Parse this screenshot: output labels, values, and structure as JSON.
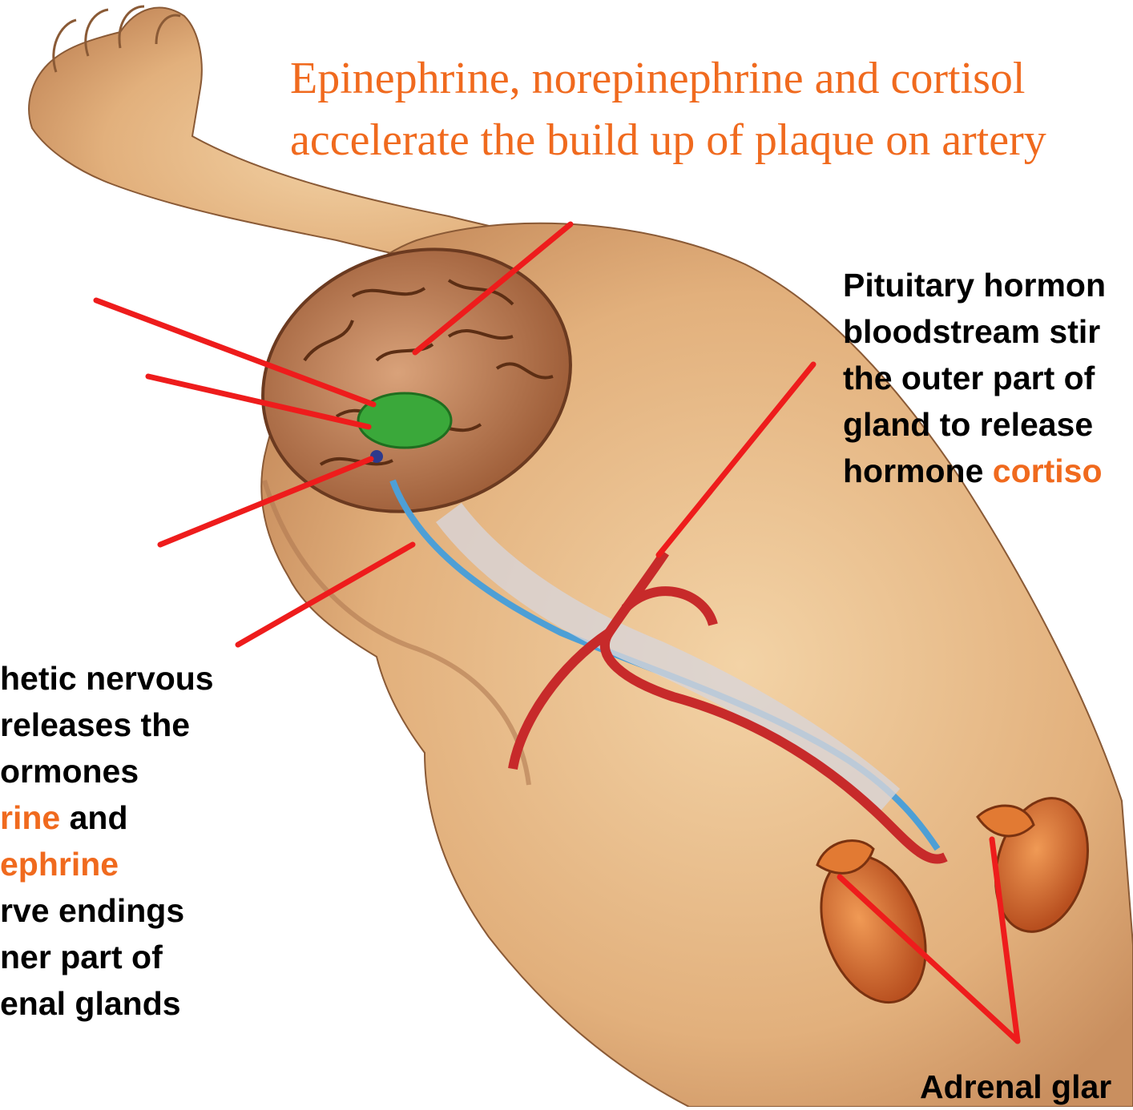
{
  "title": {
    "line1": "Epinephrine, norepinephrine and cortisol",
    "line2": "accelerate the build up of plaque on artery"
  },
  "pituitary_label": {
    "line1": "Pituitary hormon",
    "line2": "bloodstream stir",
    "line3": "the outer part of",
    "line4": "gland to release",
    "line5_prefix": "hormone ",
    "line5_hormone": "cortiso"
  },
  "sympathetic_label": {
    "line1": "hetic nervous",
    "line2": "releases the",
    "line3": "ormones",
    "line4_hormone": "rine",
    "line4_suffix": " and",
    "line5_hormone": "ephrine",
    "line6": "rve endings",
    "line7": "ner part of",
    "line8": "enal glands"
  },
  "adrenal_label": {
    "text": "Adrenal glar"
  },
  "colors": {
    "title_text": "#f06a1e",
    "hormone_text": "#f06a1e",
    "pointer_lines": "#ee1c1c",
    "skin": "#e9c08f",
    "brain": "#a8683f",
    "pituitary": "#3aa83a",
    "artery": "#c72a2a",
    "nerve": "#4d9fd6",
    "kidney": "#d86a2c"
  }
}
